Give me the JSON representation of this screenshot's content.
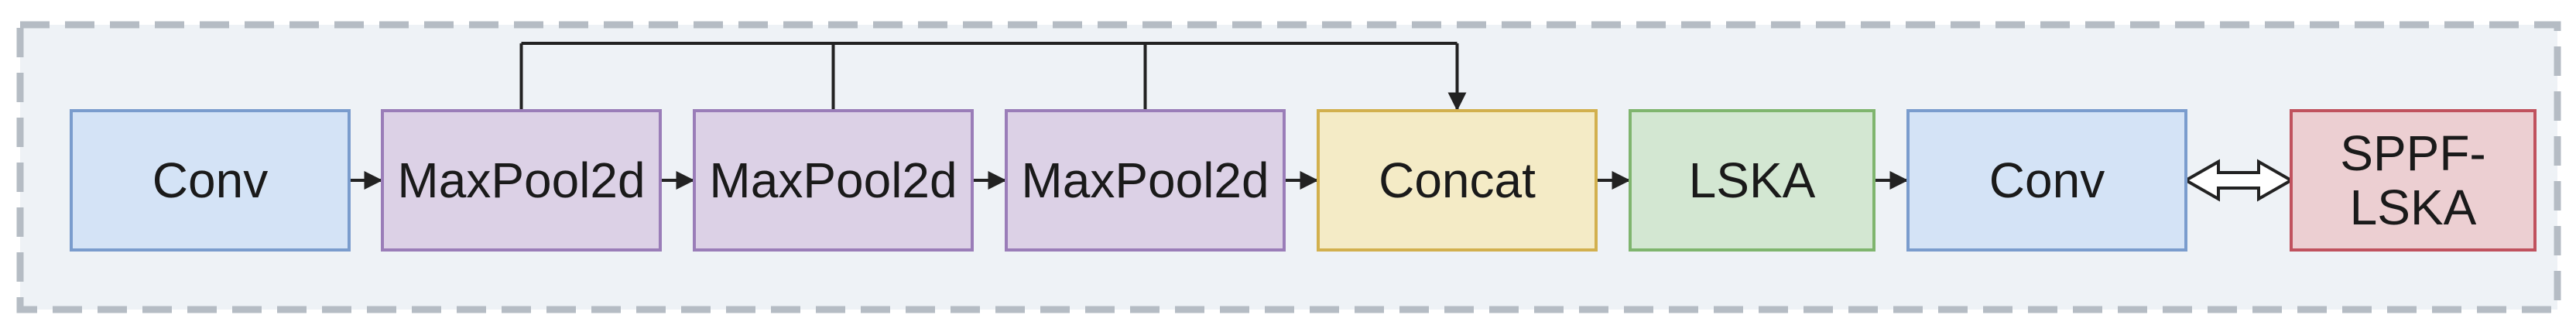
{
  "blocks": [
    {
      "id": "conv1",
      "label": [
        "Conv"
      ],
      "fill": "#d4e3f6",
      "stroke": "#7a9ccd"
    },
    {
      "id": "maxpool1",
      "label": [
        "MaxPool2d"
      ],
      "fill": "#dcd1e6",
      "stroke": "#9a7db8"
    },
    {
      "id": "maxpool2",
      "label": [
        "MaxPool2d"
      ],
      "fill": "#dcd1e6",
      "stroke": "#9a7db8"
    },
    {
      "id": "maxpool3",
      "label": [
        "MaxPool2d"
      ],
      "fill": "#dcd1e6",
      "stroke": "#9a7db8"
    },
    {
      "id": "concat",
      "label": [
        "Concat"
      ],
      "fill": "#f4ebc6",
      "stroke": "#d2b04e"
    },
    {
      "id": "lska",
      "label": [
        "LSKA"
      ],
      "fill": "#d3e7d2",
      "stroke": "#7fb56e"
    },
    {
      "id": "conv2",
      "label": [
        "Conv"
      ],
      "fill": "#d4e3f6",
      "stroke": "#7a9ccd"
    },
    {
      "id": "sppf_lska",
      "label": [
        "SPPF-",
        "LSKA"
      ],
      "fill": "#eccfd2",
      "stroke": "#c0525e"
    }
  ],
  "connections": [
    {
      "from": "conv1",
      "to": "maxpool1",
      "type": "arrow"
    },
    {
      "from": "maxpool1",
      "to": "maxpool2",
      "type": "arrow"
    },
    {
      "from": "maxpool2",
      "to": "maxpool3",
      "type": "arrow"
    },
    {
      "from": "maxpool3",
      "to": "concat",
      "type": "arrow"
    },
    {
      "from": "maxpool1",
      "to": "concat",
      "type": "skip"
    },
    {
      "from": "maxpool2",
      "to": "concat",
      "type": "skip"
    },
    {
      "from": "maxpool3",
      "to": "concat",
      "type": "skip"
    },
    {
      "from": "concat",
      "to": "lska",
      "type": "arrow"
    },
    {
      "from": "lska",
      "to": "conv2",
      "type": "arrow"
    },
    {
      "from": "conv2",
      "to": "sppf_lska",
      "type": "double-hollow-arrow"
    }
  ],
  "colors": {
    "container_fill": "#eef2f6",
    "container_stroke": "#b5bcc4",
    "arrow": "#222222"
  }
}
